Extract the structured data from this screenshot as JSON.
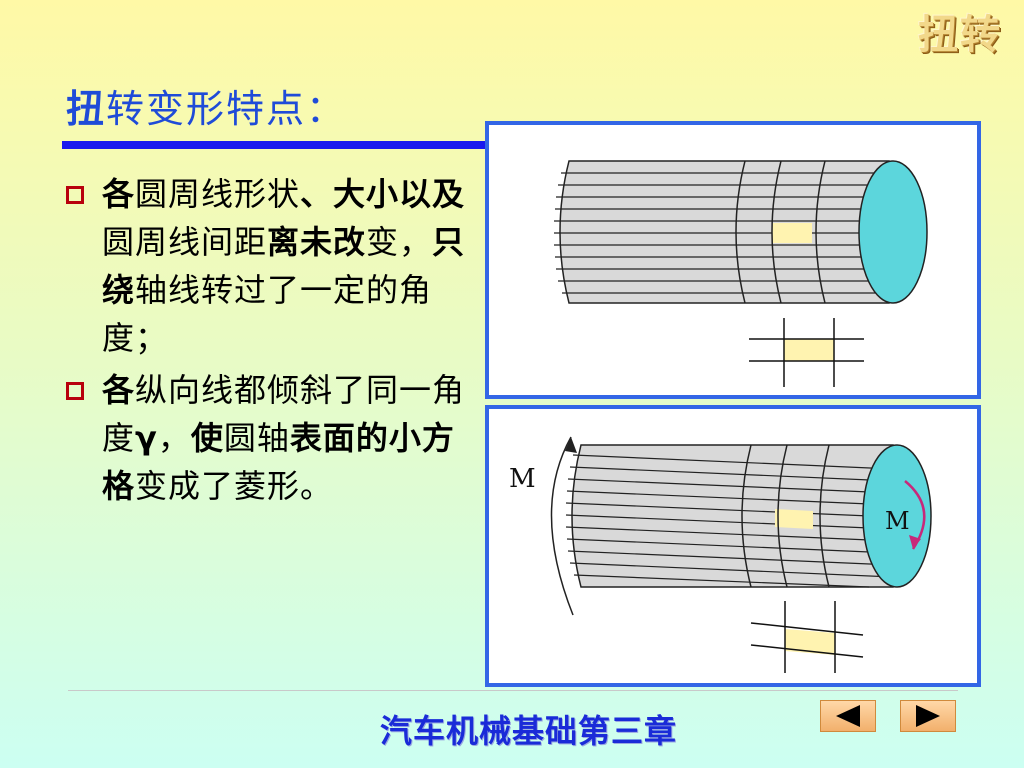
{
  "corner_title": "扭转",
  "page_title": {
    "first_char": "扭",
    "rest": "转变形特点："
  },
  "bullets": [
    {
      "segments": [
        {
          "text": "各",
          "bold": true
        },
        {
          "text": "圆周线形状",
          "bold": false
        },
        {
          "text": "、大小以及",
          "bold": true
        },
        {
          "text": "圆周线间距",
          "bold": false
        },
        {
          "text": "离未改",
          "bold": true
        },
        {
          "text": "变，",
          "bold": false
        },
        {
          "text": "只绕",
          "bold": true
        },
        {
          "text": "轴线转过了一定的角度；",
          "bold": false
        }
      ]
    },
    {
      "segments": [
        {
          "text": "各",
          "bold": true
        },
        {
          "text": "纵向线都倾斜了同一角度",
          "bold": false
        },
        {
          "text": "γ",
          "bold": true
        },
        {
          "text": "，",
          "bold": false
        },
        {
          "text": "使",
          "bold": true
        },
        {
          "text": "圆轴",
          "bold": false
        },
        {
          "text": "表面的小方格",
          "bold": true
        },
        {
          "text": "变成了菱形。",
          "bold": false
        }
      ]
    }
  ],
  "figure_top": {},
  "figure_bottom": {
    "label_left": "M",
    "label_end": "M"
  },
  "colors": {
    "title_blue": "#1f4bd8",
    "rule_blue": "#1a1aee",
    "bullet_red": "#b8000d",
    "panel_border": "#3366e6",
    "shaft_end": "#5cd6dc",
    "highlight_cell": "#fff3b0",
    "arrow_pink": "#c8287a"
  },
  "footer": {
    "text": "汽车机械基础第三章"
  },
  "nav": {
    "prev_icon": "triangle-left-icon",
    "next_icon": "triangle-right-icon"
  }
}
